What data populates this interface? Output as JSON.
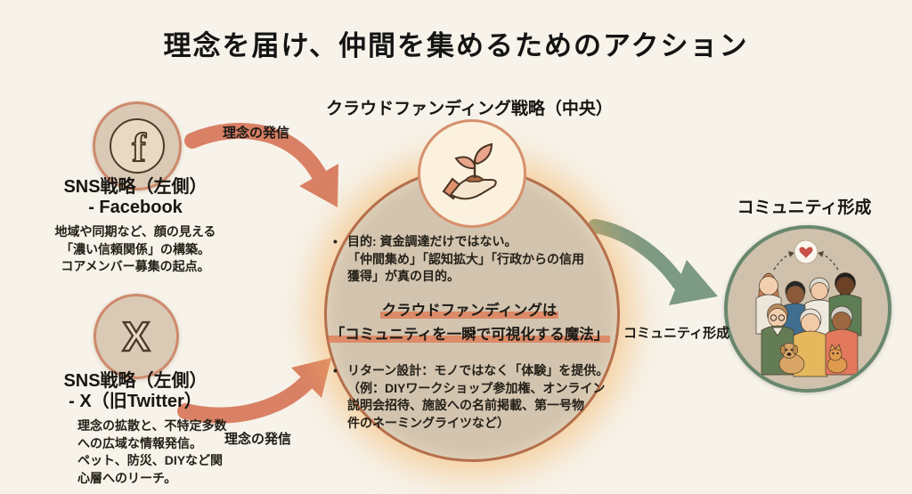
{
  "title": "理念を届け、仲間を集めるためのアクション",
  "bullet_char": "•",
  "left": {
    "facebook": {
      "heading1": "SNS戦略（左側）",
      "heading2": "- Facebook",
      "body": [
        "地域や同期など、顔の見える",
        "「濃い信頼関係」の構築。",
        "コアメンバー募集の起点。"
      ]
    },
    "x": {
      "heading1": "SNS戦略（左側）",
      "heading2": "- X（旧Twitter）",
      "body": [
        "理念の拡散と、不特定多数",
        "への広域な情報発信。",
        "ペット、防災、DIYなど関",
        "心層へのリーチ。"
      ]
    }
  },
  "center": {
    "heading": "クラウドファンディング戦略（中央）",
    "bullet1": [
      "目的: 資金調達だけではない。",
      "「仲間集め」「認知拡大」「行政からの信用",
      "獲得」が真の目的。"
    ],
    "emphasis": [
      "クラウドファンディングは",
      "「コミュニティを一瞬で可視化する魔法」"
    ],
    "bullet2": [
      "リターン設計：モノではなく「体験」を提供。",
      "（例：DIYワークショップ参加権、オンライン",
      "説明会招待、施設への名前掲載、第一号物",
      "件のネーミングライツなど）"
    ]
  },
  "right": {
    "heading": "コミュニティ形成"
  },
  "labels": {
    "arrow_top": "理念の発信",
    "arrow_bottom": "理念の発信",
    "arrow_right": "コミュニティ形成"
  },
  "icons": {
    "facebook": "facebook-icon",
    "x": "x-icon",
    "seedling": "seedling-hand-icon",
    "people": "community-people-illustration",
    "heart": "heart-icon",
    "fb_glyph": "f",
    "x_glyph": "X"
  },
  "colors": {
    "background": "#f7f3ea",
    "arrow_salmon": "#d98065",
    "arrow_green": "#7d9a84",
    "center_circle_fill": "#d3c4af",
    "center_circle_border": "#b56f4b",
    "glow": "#f3b05a",
    "sns_circle_fill": "#dac9b4",
    "sns_circle_border": "#cd8a6d",
    "icon_circle_fill": "#fbf1de",
    "community_border": "#68876d",
    "highlight": "#dd845f",
    "text": "#23201c"
  }
}
